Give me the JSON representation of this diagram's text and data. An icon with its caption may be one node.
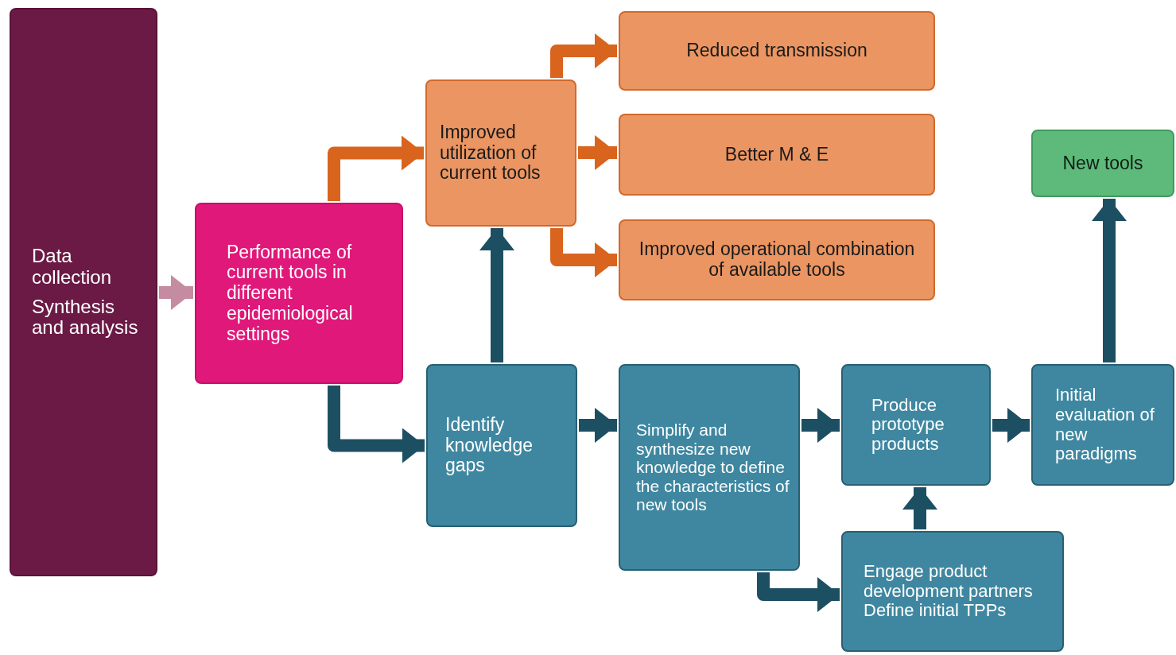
{
  "diagram": {
    "nodes": [
      {
        "text": [
          "Data collection",
          "Synthesis and analysis"
        ]
      },
      {
        "text": [
          "Performance of current tools in different epidemiological settings"
        ]
      },
      {
        "text": [
          "Improved utilization of current tools"
        ]
      },
      {
        "text": [
          "Reduced transmission"
        ]
      },
      {
        "text": [
          "Better M & E"
        ]
      },
      {
        "text": [
          "Improved operational combination of available tools"
        ]
      },
      {
        "text": [
          "New tools"
        ]
      },
      {
        "text": [
          "Identify knowledge gaps"
        ]
      },
      {
        "text": [
          "Simplify and synthesize new knowledge to define the characteristics of new tools"
        ]
      },
      {
        "text": [
          "Produce prototype products"
        ]
      },
      {
        "text": [
          "Initial evaluation of new paradigms"
        ]
      },
      {
        "text": [
          "Engage product development partners",
          "Define initial TPPs"
        ]
      }
    ],
    "edges": [
      {
        "from": 0,
        "to": 1,
        "arrow": "to",
        "color": "#c48ba1"
      },
      {
        "from": 1,
        "to": 2,
        "arrow": "to",
        "color": "#d8641e"
      },
      {
        "from": 1,
        "to": 7,
        "arrow": "to"
      },
      {
        "from": 7,
        "to": 2,
        "arrow": "to"
      },
      {
        "from": 2,
        "to": 3,
        "arrow": "to",
        "color": "#d8641e"
      },
      {
        "from": 2,
        "to": 4,
        "arrow": "to",
        "color": "#d8641e"
      },
      {
        "from": 2,
        "to": 5,
        "arrow": "to",
        "color": "#d8641e"
      },
      {
        "from": 7,
        "to": 8,
        "arrow": "to"
      },
      {
        "from": 8,
        "to": 9,
        "arrow": "to"
      },
      {
        "from": 9,
        "to": 10,
        "arrow": "to"
      },
      {
        "from": 10,
        "to": 6,
        "arrow": "to"
      },
      {
        "from": 8,
        "to": 11,
        "arrow": "to"
      },
      {
        "from": 11,
        "to": 9,
        "arrow": "to"
      }
    ]
  }
}
